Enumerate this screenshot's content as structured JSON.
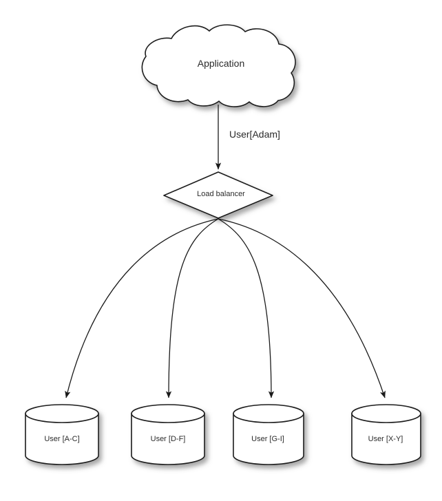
{
  "diagram": {
    "title_text": "Application",
    "source": {
      "id": "application-cloud",
      "shape": "cloud",
      "label": "Application"
    },
    "router": {
      "id": "load-balancer",
      "shape": "diamond",
      "label": "Load balancer"
    },
    "edge_from_source": {
      "label": "User[Adam]",
      "from": "Application",
      "to": "Load balancer"
    },
    "shards": [
      {
        "id": "shard-a-c",
        "shape": "cylinder",
        "label": "User [A-C]"
      },
      {
        "id": "shard-d-f",
        "shape": "cylinder",
        "label": "User [D-F]"
      },
      {
        "id": "shard-g-i",
        "shape": "cylinder",
        "label": "User [G-I]"
      },
      {
        "id": "shard-x-y",
        "shape": "cylinder",
        "label": "User [X-Y]"
      }
    ],
    "colors": {
      "background": "#ffffff",
      "shape_fill": "#ffffff",
      "stroke": "#1a1a1a",
      "text": "#2a2a2a"
    }
  }
}
